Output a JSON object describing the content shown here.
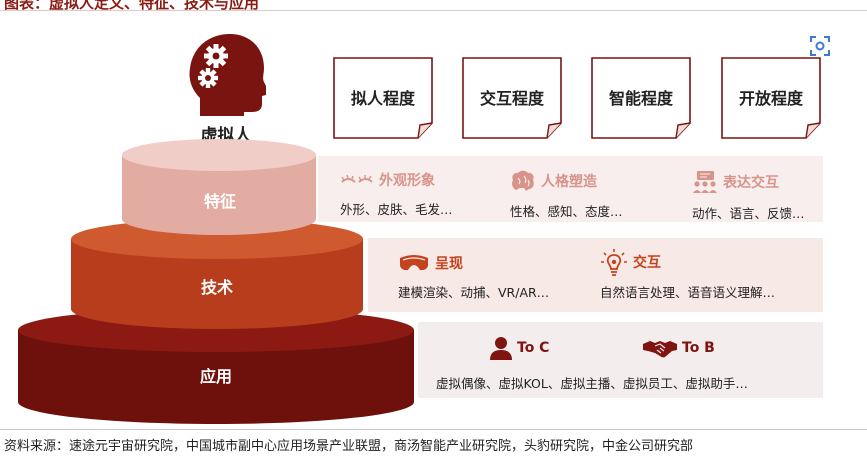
{
  "title": "图表：虚拟人定义、特征、技术与应用",
  "center_label": "虚拟人",
  "top_cards": [
    "拟人程度",
    "交互程度",
    "智能程度",
    "开放程度"
  ],
  "tiers": {
    "feature": {
      "label": "特征",
      "items": [
        {
          "icon": "eyelashes-icon",
          "title": "外观形象",
          "desc": "外形、皮肤、毛发…"
        },
        {
          "icon": "brain-icon",
          "title": "人格塑造",
          "desc": "性格、感知、态度…"
        },
        {
          "icon": "group-presentation-icon",
          "title": "表达交互",
          "desc": "动作、语言、反馈…"
        }
      ]
    },
    "technology": {
      "label": "技术",
      "items": [
        {
          "icon": "vr-headset-icon",
          "title": "呈现",
          "desc": "建模渲染、动捕、VR/AR…"
        },
        {
          "icon": "lightbulb-icon",
          "title": "交互",
          "desc": "自然语言处理、语音语义理解…"
        }
      ]
    },
    "application": {
      "label": "应用",
      "items": [
        {
          "icon": "person-icon",
          "title": "To C"
        },
        {
          "icon": "handshake-icon",
          "title": "To B"
        }
      ],
      "desc": "虚拟偶像、虚拟KOL、虚拟主播、虚拟员工、虚拟助手…"
    }
  },
  "source": "资料来源：速途元宇宙研究院，中国城市副中心应用场景产业联盟，商汤智能产业研究院，头豹研究院，中金公司研究部",
  "colors": {
    "tier1": "#e7b7ae",
    "tier2": "#c1461f",
    "tier3": "#7a1410",
    "head": "#7a1410"
  }
}
